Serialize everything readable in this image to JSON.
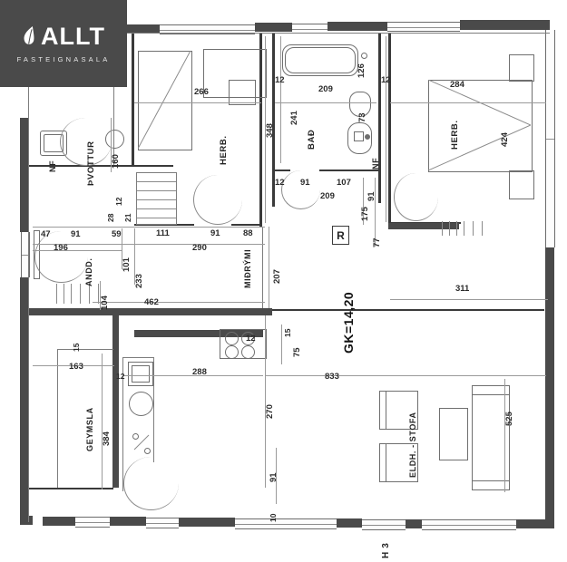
{
  "logo": {
    "brand": "ALLT",
    "tagline": "FASTEIGNASALA",
    "icon": "leaf-icon",
    "background": "#4a4a4a"
  },
  "plan": {
    "title": "GK=14,20",
    "unit_label": "H 3",
    "radiator_marker": "R",
    "rooms": [
      {
        "key": "thvottur",
        "label": "ÞVOTTUR",
        "meaning": "laundry"
      },
      {
        "key": "andd",
        "label": "ANDD.",
        "meaning": "entrance-hall"
      },
      {
        "key": "herb1",
        "label": "HERB.",
        "meaning": "bedroom"
      },
      {
        "key": "bad",
        "label": "BAÐ",
        "meaning": "bathroom"
      },
      {
        "key": "herb2",
        "label": "HERB.",
        "meaning": "bedroom"
      },
      {
        "key": "midrymi",
        "label": "MIÐRÝMI",
        "meaning": "middle-space"
      },
      {
        "key": "geymsla",
        "label": "GEYMSLA",
        "meaning": "storage"
      },
      {
        "key": "eldhstofa",
        "label": "ELDH. - STOFA",
        "meaning": "kitchen-living"
      }
    ],
    "fixture_labels": [
      {
        "key": "nf_laundry",
        "label": "NF"
      },
      {
        "key": "nf_bath",
        "label": "NF"
      }
    ],
    "dimensions": {
      "laundry": [
        "160",
        "12",
        "28",
        "21"
      ],
      "entrance": [
        "47",
        "91",
        "196",
        "101",
        "59",
        "233",
        "104"
      ],
      "bedroom1": [
        "266",
        "348",
        "111",
        "91",
        "88",
        "290"
      ],
      "bath": [
        "12",
        "241",
        "209",
        "126",
        "73",
        "12",
        "91",
        "107",
        "209",
        "91",
        "175",
        "77",
        "12"
      ],
      "bedroom2": [
        "284",
        "424"
      ],
      "middle": [
        "207",
        "15",
        "75",
        "12"
      ],
      "right": [
        "311"
      ],
      "living": [
        "833",
        "270",
        "525",
        "91",
        "10"
      ],
      "storage": [
        "462",
        "15",
        "163",
        "384",
        "12",
        "288"
      ]
    }
  },
  "colors": {
    "wall_dark": "#4a4a4a",
    "line_gray": "#8a8a8a",
    "text_dark": "#232323",
    "paper": "#ffffff"
  }
}
